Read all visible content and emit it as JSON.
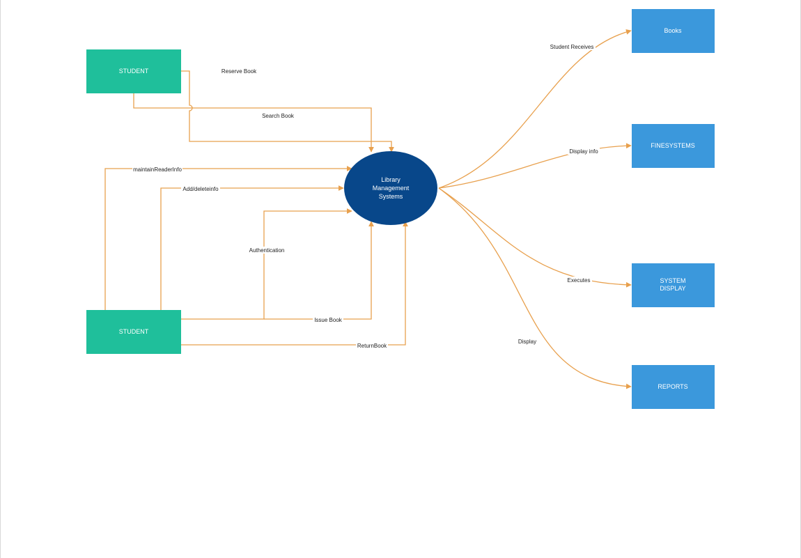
{
  "colors": {
    "entity_teal": "#1fbf9b",
    "entity_blue": "#3b98dc",
    "process_navy": "#08478a",
    "flow_orange": "#e8a04d"
  },
  "nodes": {
    "student_top": "STUDENT",
    "student_bottom": "STUDENT",
    "process": [
      "Library",
      "Management",
      "Systems"
    ],
    "books": "Books",
    "finesystems": "FINESYSTEMS",
    "system_display": [
      "SYSTEM",
      "DISPLAY"
    ],
    "reports": "REPORTS"
  },
  "flows": {
    "reserve_book": "Reserve Book",
    "search_book": "Search Book",
    "maintain_reader_info": "maintainReaderInfo",
    "add_delete_info": "Add/deleteinfo",
    "authentication": "Authentication",
    "issue_book": "Issue Book",
    "return_book": "ReturnBook",
    "student_receives": "Student Receives",
    "display_info": "Display info",
    "executes": "Executes",
    "display": "Display"
  }
}
